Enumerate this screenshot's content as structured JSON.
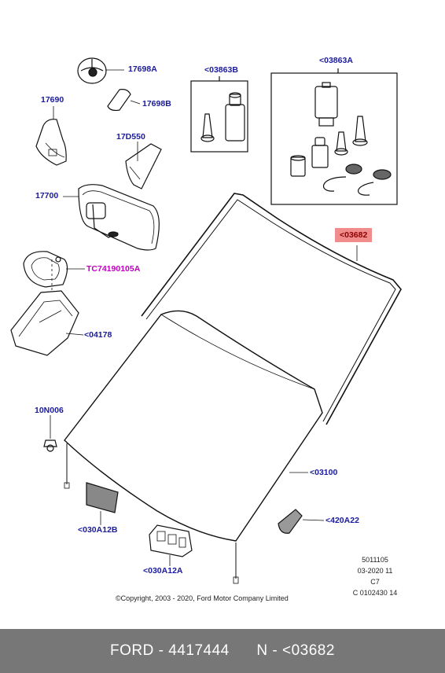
{
  "labels": {
    "p17698A": "17698A",
    "p17690": "17690",
    "p17698B": "17698B",
    "p17D550": "17D550",
    "p17700": "17700",
    "pTC74190105A": "TC74190105A",
    "p04178": "<04178",
    "p10N006": "10N006",
    "p030A12B": "<030A12B",
    "p030A12A": "<030A12A",
    "p03100": "<03100",
    "p420A22": "<420A22",
    "p03863B": "<03863B",
    "p03863A": "<03863A",
    "p03682": "<03682"
  },
  "meta": {
    "line1": "5011105",
    "line2": "03-2020 11",
    "line3": "C7",
    "line4": "C 0102430 14"
  },
  "copyright": "©Copyright, 2003 - 2020, Ford Motor Company Limited",
  "footer": {
    "brand_part": "FORD - 4417444",
    "ref": "N - <03682"
  },
  "colors": {
    "label_blue": "#1a1a9c",
    "label_magenta": "#c000c0",
    "highlight": "#f08c8c",
    "footer_bg": "#777777"
  }
}
